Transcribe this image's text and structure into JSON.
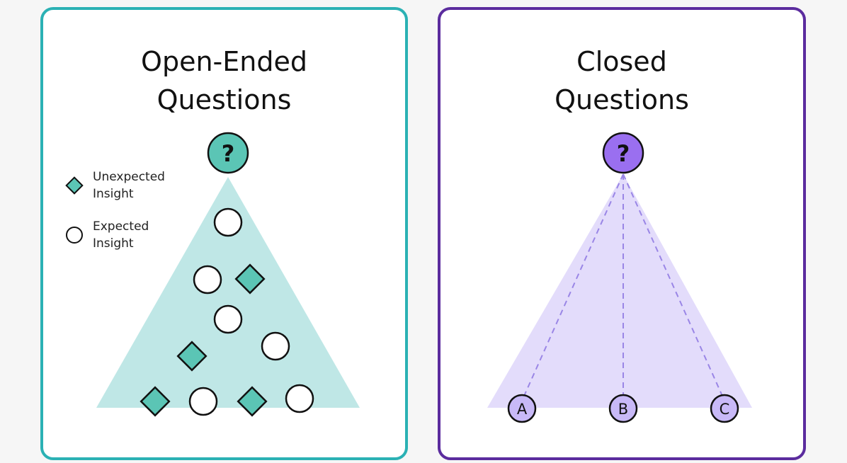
{
  "open_panel": {
    "title_line1": "Open-Ended",
    "title_line2": "Questions",
    "question_mark": "?",
    "legend": [
      {
        "icon": "diamond-icon",
        "line1": "Unexpected",
        "line2": "Insight"
      },
      {
        "icon": "circle-icon",
        "line1": "Expected",
        "line2": "Insight"
      }
    ],
    "accent_color": "#2bb1b4",
    "fill_color": "#bfe7e6",
    "node_color": "#5bc5b5"
  },
  "closed_panel": {
    "title_line1": "Closed",
    "title_line2": "Questions",
    "question_mark": "?",
    "options": [
      "A",
      "B",
      "C"
    ],
    "accent_color": "#5b2c9e",
    "fill_color": "#e3dcfb",
    "node_color": "#9a6ff0"
  }
}
